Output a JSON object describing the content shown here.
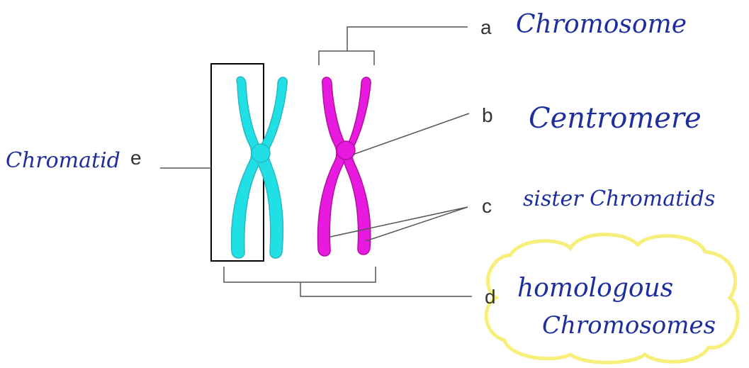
{
  "labels": {
    "a": {
      "letter": "a",
      "text": "Chromosome"
    },
    "b": {
      "letter": "b",
      "text": "Centromere"
    },
    "c": {
      "letter": "c",
      "text": "sister Chromatids"
    },
    "d": {
      "letter": "d",
      "text_line1": "homologous",
      "text_line2": "Chromosomes"
    },
    "e": {
      "letter": "e",
      "text": "Chromatid"
    }
  },
  "colors": {
    "chromosome_left": "#20e0e6",
    "chromosome_right": "#e81ae0",
    "label_ink": "#1e2f9d",
    "letter_ink": "#333333",
    "highlight": "#f6f07a",
    "outline": "#000000",
    "leader_line": "#555555"
  }
}
